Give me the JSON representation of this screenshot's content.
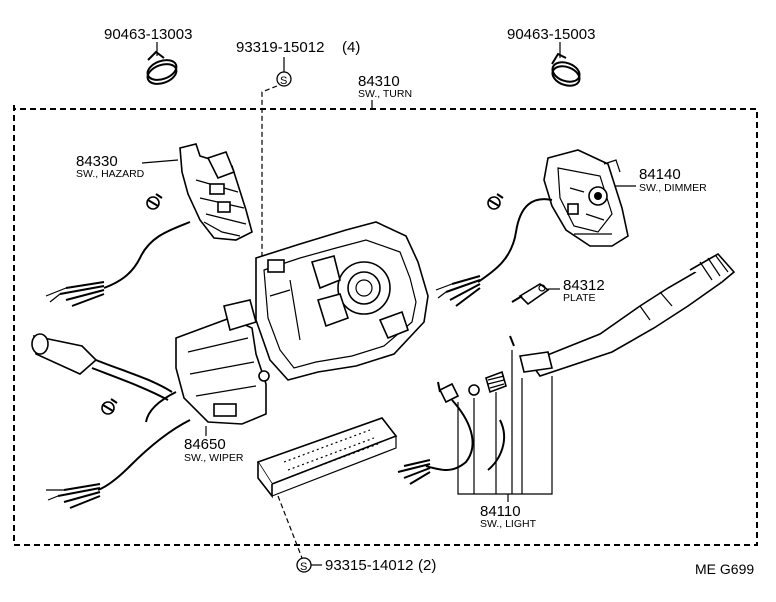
{
  "labels": {
    "clamp_left": "90463-13003",
    "clamp_right": "90463-15003",
    "screw_top_num": "93319-15012",
    "screw_top_qty": "(4)",
    "turn_num": "84310",
    "turn_desc": "SW., TURN",
    "hazard_num": "84330",
    "hazard_desc": "SW., HAZARD",
    "dimmer_num": "84140",
    "dimmer_desc": "SW., DIMMER",
    "plate_num": "84312",
    "plate_desc": "PLATE",
    "wiper_num": "84650",
    "wiper_desc": "SW., WIPER",
    "light_num": "84110",
    "light_desc": "SW., LIGHT",
    "screw_bottom_num": "93315-14012",
    "screw_bottom_qty": "(2)",
    "screw_symbol": "S",
    "figure_code": "ME G699"
  }
}
